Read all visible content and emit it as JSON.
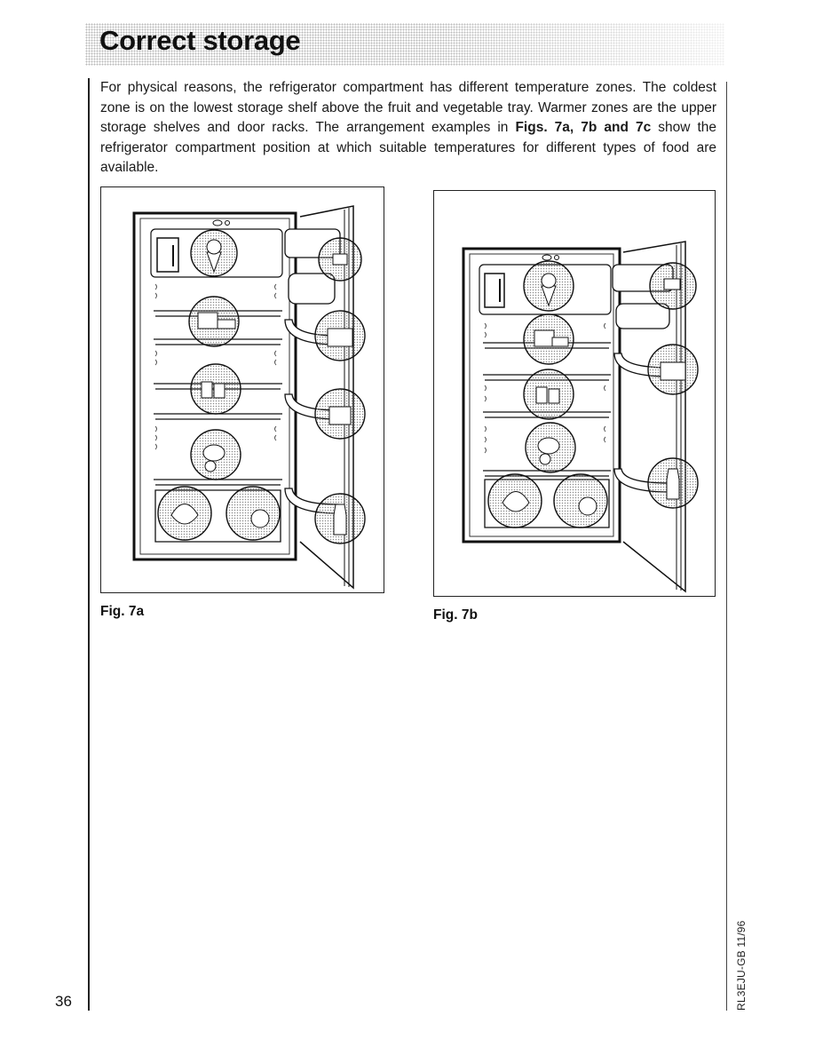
{
  "page": {
    "title": "Correct storage",
    "intro": {
      "part1": "For physical reasons, the refrigerator compartment has different temperature zones. The coldest zone is on the lowest storage shelf above the fruit and vegetable tray. Warmer zones are the upper storage shelves and door racks. The arrangement examples in ",
      "bold1": "Figs. 7a, 7b and 7c",
      "part2": " show the refrigerator compartment position at which suitable temperatures for different types of food are available."
    },
    "figures": [
      {
        "caption": "Fig. 7a"
      },
      {
        "caption": "Fig. 7b"
      }
    ],
    "page_number": "36",
    "document_code": "RL3EJU-GB 11/96"
  },
  "colors": {
    "ink": "#111111",
    "halftone": "#b9b9b9"
  }
}
